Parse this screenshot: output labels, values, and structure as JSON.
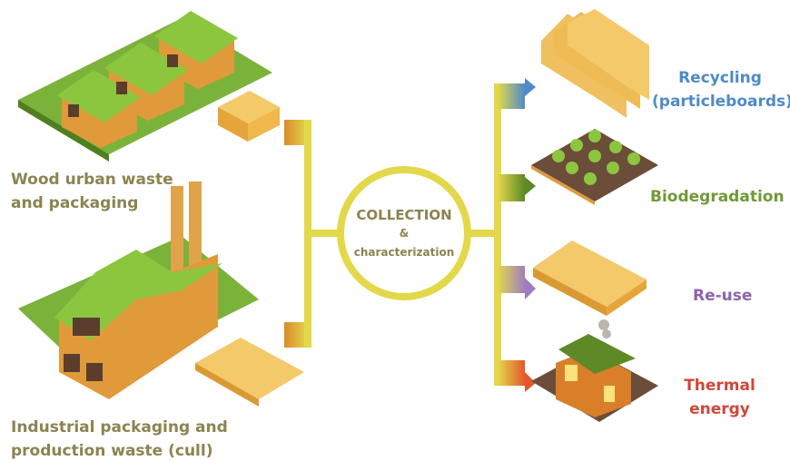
{
  "sources": [
    {
      "label": "Wood urban waste and packaging",
      "lines": [
        "Wood urban waste",
        "and packaging"
      ]
    },
    {
      "label": "Industrial packaging and production waste (cull)",
      "lines": [
        "Industrial packaging and",
        "production waste (cull)"
      ]
    }
  ],
  "center": {
    "title": "COLLECTION",
    "amp": "&",
    "subtitle": "characterization"
  },
  "outcomes": [
    {
      "lines": [
        "Recycling",
        "(particleboards)"
      ],
      "color": "#4f8ac9"
    },
    {
      "lines": [
        "Biodegradation"
      ],
      "color": "#6f9a35"
    },
    {
      "lines": [
        "Re-use"
      ],
      "color": "#8e62b0"
    },
    {
      "lines": [
        "Thermal",
        "energy"
      ],
      "color": "#d0473a"
    }
  ],
  "colors": {
    "connector": "#e3d84a",
    "text": "#8c8350"
  }
}
